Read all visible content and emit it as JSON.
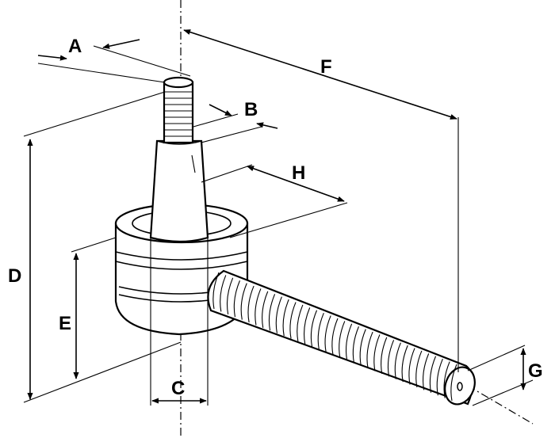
{
  "labels": {
    "a": "A",
    "b": "B",
    "c": "C",
    "d": "D",
    "e": "E",
    "f": "F",
    "g": "G",
    "h": "H"
  }
}
